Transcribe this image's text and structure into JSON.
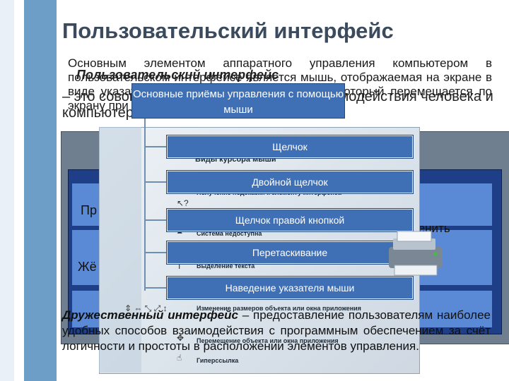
{
  "slide": {
    "title": "Пользовательский интерфейс",
    "intro_text": "Основным элементом аппаратного управления компьютером в пользовательском интерфейсе является мышь, отображаемая на экране в виде указателя мыши графического объекта, который перемещается по экрану при движении мыши.",
    "definition_term": "Пользовательский интерфейс",
    "definition_text": "– это совокупность средств и правил взаимодействия человека и компьютера.",
    "bottom_term": "Дружественный интерфейс",
    "bottom_text": "– предоставление пользователям наиболее удобных способов взаимодействия с программным обеспечением за счёт логичности и простоты в расположении элементов управления."
  },
  "back_dialog": {
    "left_fragment": "Пр",
    "lower_fragment": "Жё",
    "right_fragment": "менить"
  },
  "help_panel": {
    "header": "Основные приёмы управления с помощью мыши",
    "cursor_types_title": "Виды курсора мыши",
    "actions": [
      {
        "label": "Щелчок"
      },
      {
        "label": "Двойной щелчок"
      },
      {
        "label": "Щелчок правой кнопкой"
      },
      {
        "label": "Перетаскивание"
      },
      {
        "label": "Наведение указателя мыши"
      }
    ],
    "cursor_rows": [
      "Получение подсказки к элементу интерфейса",
      "Система недоступна",
      "Выделение текста",
      "Изменение размеров объекта или окна приложения",
      "Перемещение объекта или окна приложения",
      "Гиперссылка"
    ]
  },
  "colors": {
    "accent": "#3f6fb5",
    "title": "#3b4a5c",
    "side_bar": "#6d9ec8"
  }
}
